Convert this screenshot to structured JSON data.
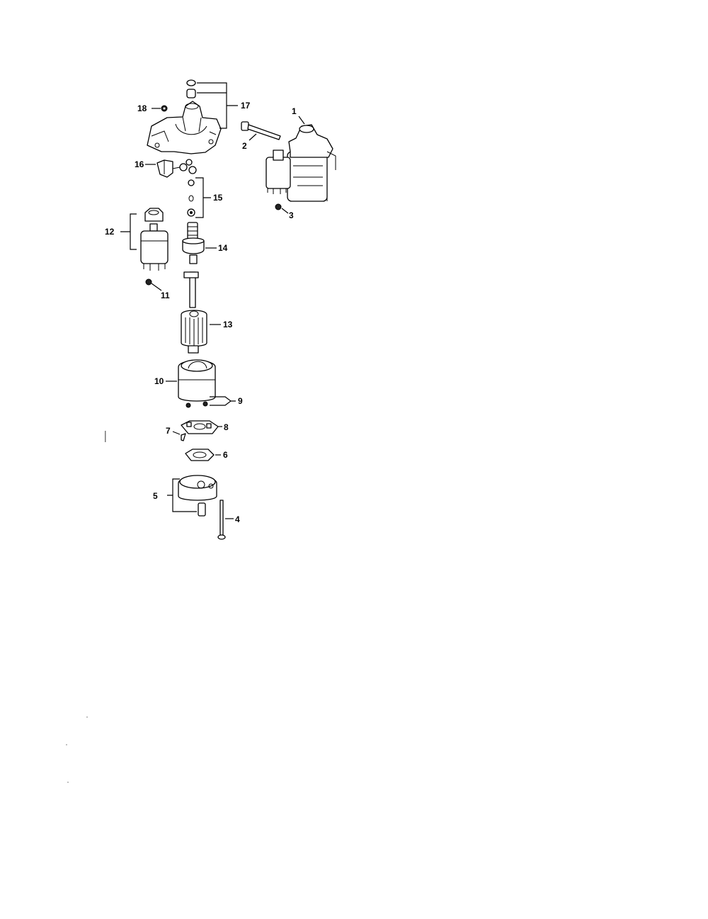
{
  "diagram": {
    "callouts": [
      {
        "id": "part-1",
        "label": "1"
      },
      {
        "id": "part-2",
        "label": "2"
      },
      {
        "id": "part-3",
        "label": "3"
      },
      {
        "id": "part-4",
        "label": "4"
      },
      {
        "id": "part-5",
        "label": "5"
      },
      {
        "id": "part-6",
        "label": "6"
      },
      {
        "id": "part-7",
        "label": "7"
      },
      {
        "id": "part-8",
        "label": "8"
      },
      {
        "id": "part-9",
        "label": "9"
      },
      {
        "id": "part-10",
        "label": "10"
      },
      {
        "id": "part-11",
        "label": "11"
      },
      {
        "id": "part-12",
        "label": "12"
      },
      {
        "id": "part-13",
        "label": "13"
      },
      {
        "id": "part-14",
        "label": "14"
      },
      {
        "id": "part-15",
        "label": "15"
      },
      {
        "id": "part-16",
        "label": "16"
      },
      {
        "id": "part-17",
        "label": "17"
      },
      {
        "id": "part-18",
        "label": "18"
      }
    ]
  }
}
